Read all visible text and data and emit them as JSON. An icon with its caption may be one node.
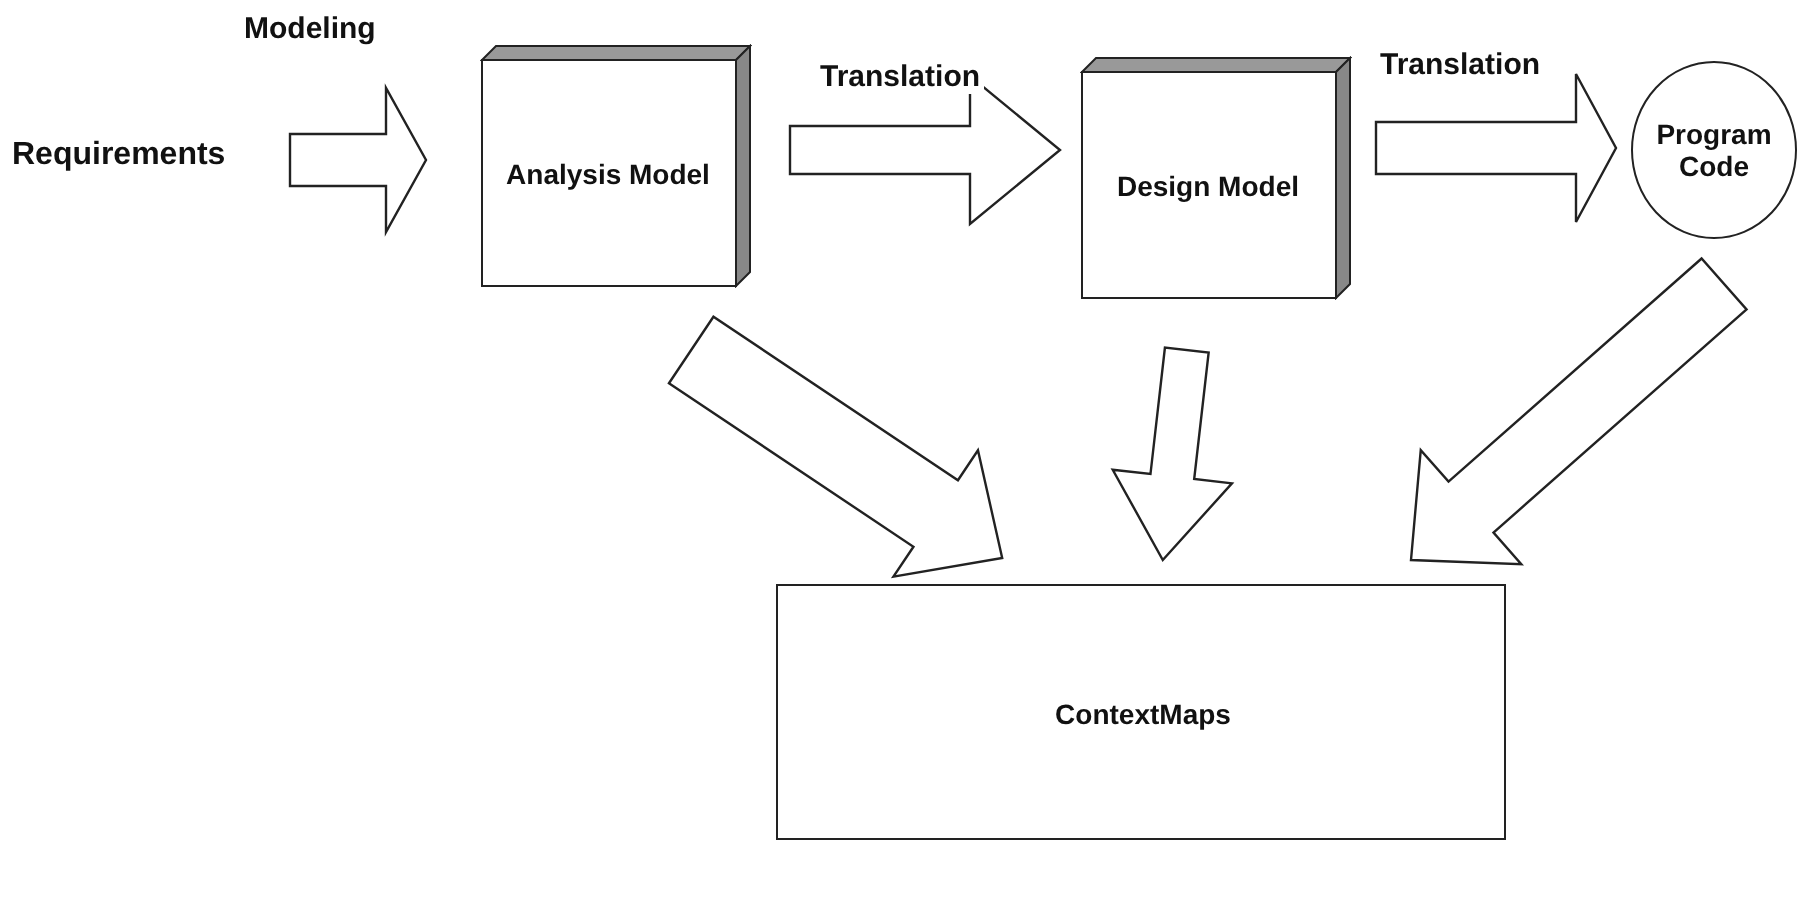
{
  "diagram": {
    "nodes": [
      {
        "text": [
          "Requirements"
        ]
      },
      {
        "text": [
          "Analysis Model"
        ]
      },
      {
        "text": [
          "Design Model"
        ]
      },
      {
        "text": [
          "Program Code"
        ]
      },
      {
        "text": [
          "ContextMaps"
        ]
      }
    ],
    "edges": [
      {
        "from": 0,
        "to": 1,
        "arrow": "to",
        "label": "Modeling"
      },
      {
        "from": 1,
        "to": 2,
        "arrow": "to",
        "label": "Translation"
      },
      {
        "from": 2,
        "to": 3,
        "arrow": "to",
        "label": "Translation"
      },
      {
        "from": 1,
        "to": 4,
        "arrow": "to"
      },
      {
        "from": 2,
        "to": 4,
        "arrow": "to"
      },
      {
        "from": 3,
        "to": 4,
        "arrow": "to"
      }
    ]
  }
}
